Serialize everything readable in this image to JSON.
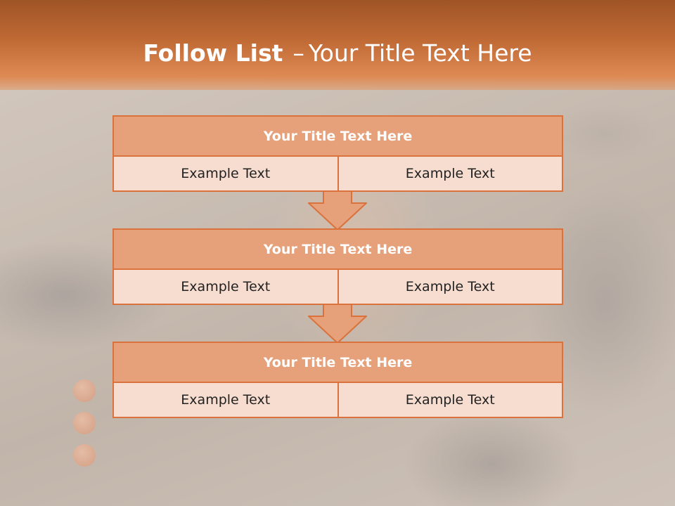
{
  "slide": {
    "title_bold": "Follow List",
    "title_dash": "–",
    "title_rest": "Your Title Text Here"
  },
  "blocks": [
    {
      "title": "Your Title Text Here",
      "left": "Example Text",
      "right": "Example Text"
    },
    {
      "title": "Your Title Text Here",
      "left": "Example Text",
      "right": "Example Text"
    },
    {
      "title": "Your Title Text Here",
      "left": "Example Text",
      "right": "Example Text"
    }
  ],
  "colors": {
    "header": "#c06a35",
    "block_border": "#d9723c",
    "block_title_bg": "#e6a07a",
    "block_row_bg": "#f7ddd0",
    "arrow_fill": "#e6a07a"
  }
}
